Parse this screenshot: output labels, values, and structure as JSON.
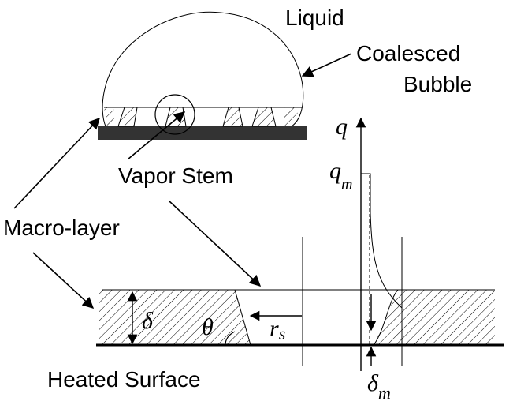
{
  "labels": {
    "liquid": "Liquid",
    "coalesced": "Coalesced",
    "bubble": "Bubble",
    "vapor_stem": "Vapor Stem",
    "macro_layer": "Macro-layer",
    "heated_surface": "Heated Surface"
  },
  "symbols": {
    "q": "q",
    "q_m_base": "q",
    "q_m_sub": "m",
    "delta": "δ",
    "theta": "θ",
    "r_base": "r",
    "r_sub": "s",
    "delta_m_base": "δ",
    "delta_m_sub": "m"
  }
}
